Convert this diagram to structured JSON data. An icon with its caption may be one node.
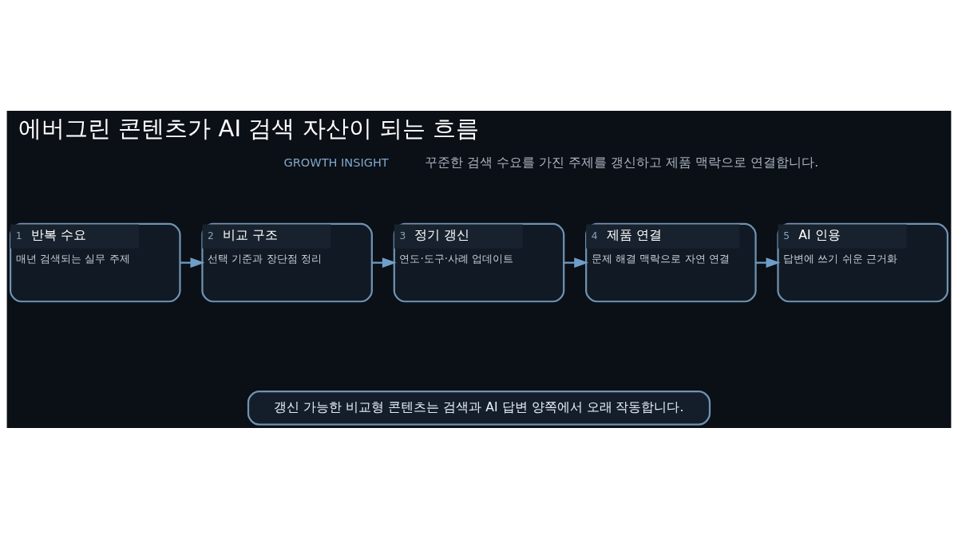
{
  "diagram": {
    "title": "에버그린 콘텐츠가 AI 검색 자산이 되는 흐름",
    "nodes": [
      {
        "text": [
          "1",
          "반복 수요",
          "매년 검색되는 실무 주제"
        ]
      },
      {
        "text": [
          "2",
          "비교 구조",
          "선택 기준과 장단점 정리"
        ]
      },
      {
        "text": [
          "3",
          "정기 갱신",
          "연도·도구·사례 업데이트"
        ]
      },
      {
        "text": [
          "4",
          "제품 연결",
          "문제 해결 맥락으로 자연 연결"
        ]
      },
      {
        "text": [
          "5",
          "AI 인용",
          "답변에 쓰기 쉬운 근거화"
        ]
      },
      {
        "text": [
          "갱신 가능한 비교형 콘텐츠는 검색과 AI 답변 양쪽에서 오래 작동합니다."
        ]
      }
    ],
    "edges": [
      {
        "from": 0,
        "to": 1,
        "arrow": "to"
      },
      {
        "from": 1,
        "to": 2,
        "arrow": "to"
      },
      {
        "from": 2,
        "to": 3,
        "arrow": "to"
      },
      {
        "from": 3,
        "to": 4,
        "arrow": "to"
      }
    ],
    "labels": [
      "GROWTH INSIGHT",
      "꾸준한 검색 수요를 가진 주제를 갱신하고 제품 맥락으로 연결합니다."
    ]
  }
}
